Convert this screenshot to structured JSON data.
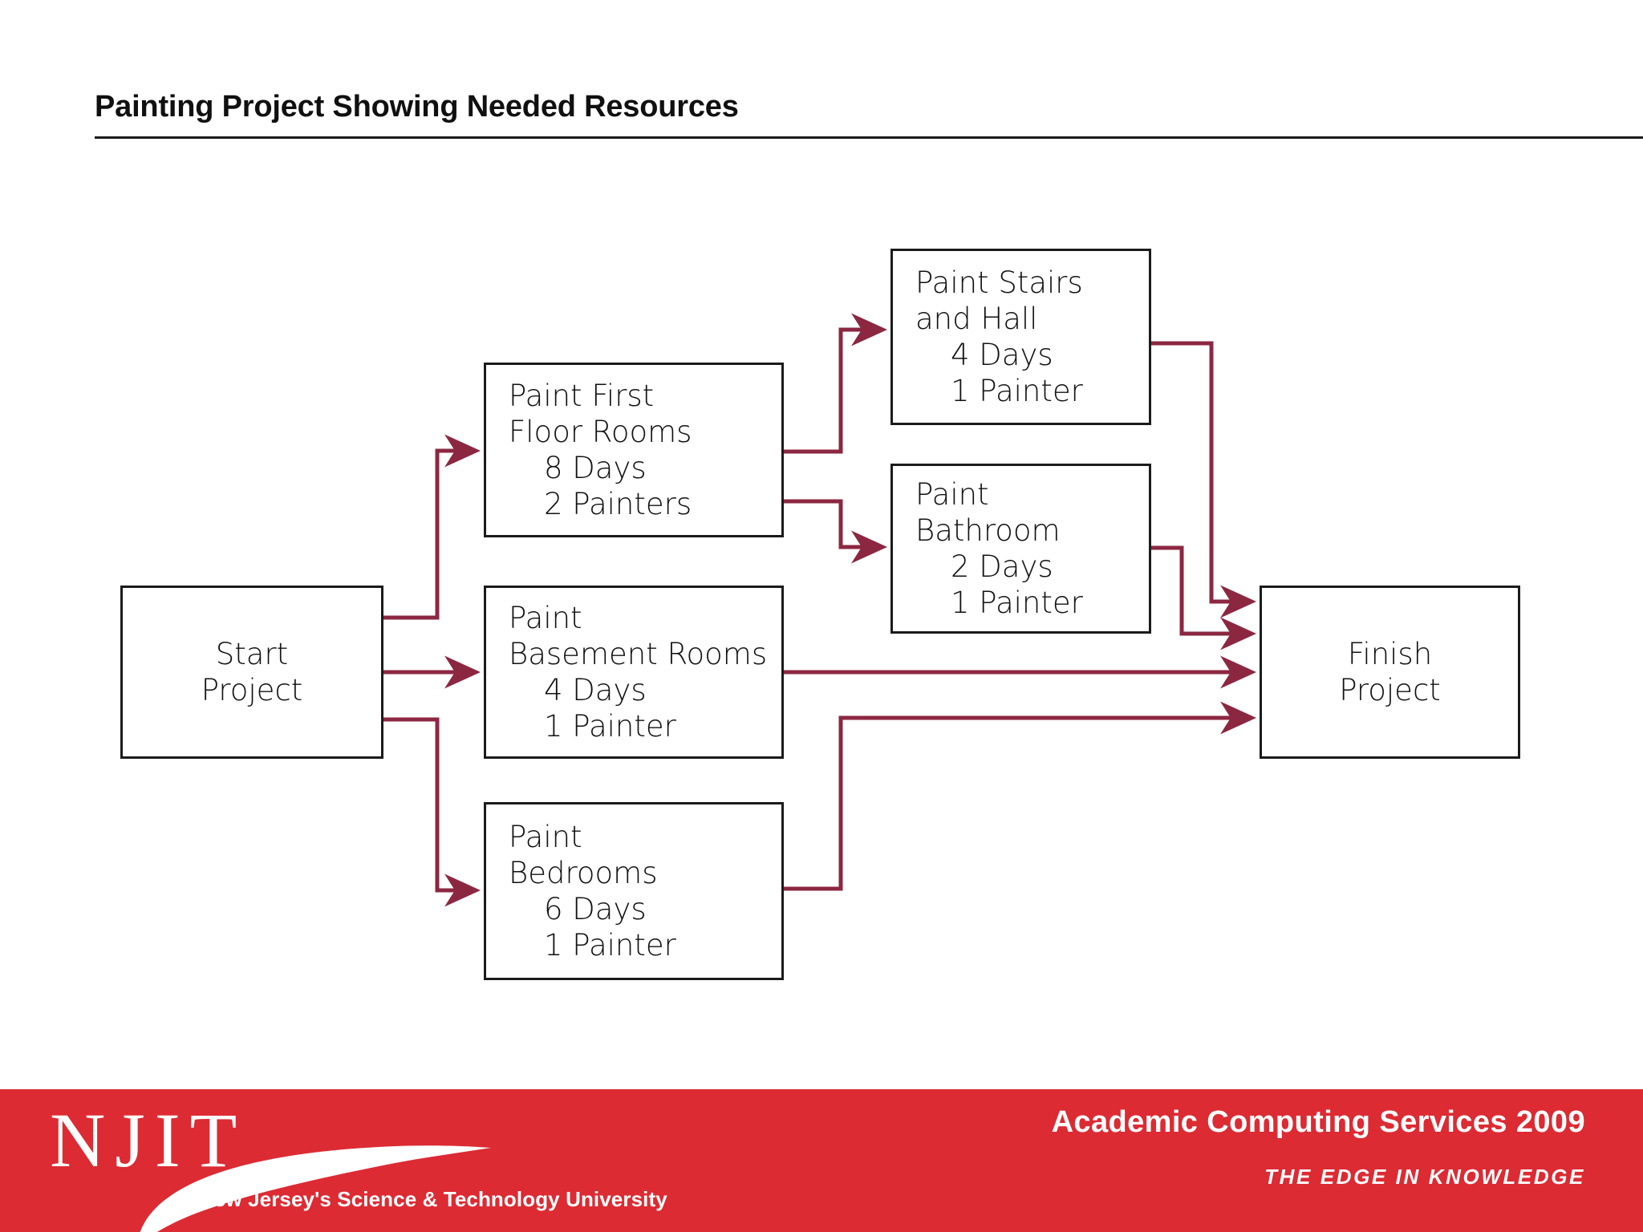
{
  "slide": {
    "title": "Painting Project Showing Needed Resources"
  },
  "diagram": {
    "type": "network-diagram",
    "accent_color": "#8C2742",
    "node_border_color": "#1b1b1b",
    "nodes": [
      {
        "id": "start",
        "name": "start-project",
        "align": "center",
        "lines": [
          "Start",
          "Project"
        ],
        "task": "Start Project",
        "days": null,
        "painters": null
      },
      {
        "id": "first-floor",
        "name": "paint-first-floor-rooms",
        "align": "left",
        "lines": [
          "Paint First",
          "Floor Rooms",
          "8 Days",
          "2 Painters"
        ],
        "task": "Paint First Floor Rooms",
        "days": 8,
        "painters": 2
      },
      {
        "id": "basement",
        "name": "paint-basement-rooms",
        "align": "left",
        "lines": [
          "Paint",
          "Basement Rooms",
          "4 Days",
          "1 Painter"
        ],
        "task": "Paint Basement Rooms",
        "days": 4,
        "painters": 1
      },
      {
        "id": "bedrooms",
        "name": "paint-bedrooms",
        "align": "left",
        "lines": [
          "Paint",
          "Bedrooms",
          "6 Days",
          "1 Painter"
        ],
        "task": "Paint Bedrooms",
        "days": 6,
        "painters": 1
      },
      {
        "id": "stairs",
        "name": "paint-stairs-and-hall",
        "align": "left",
        "lines": [
          "Paint Stairs",
          "and Hall",
          "4 Days",
          "1 Painter"
        ],
        "task": "Paint Stairs and Hall",
        "days": 4,
        "painters": 1
      },
      {
        "id": "bathroom",
        "name": "paint-bathroom",
        "align": "left",
        "lines": [
          "Paint",
          "Bathroom",
          "2 Days",
          "1 Painter"
        ],
        "task": "Paint Bathroom",
        "days": 2,
        "painters": 1
      },
      {
        "id": "finish",
        "name": "finish-project",
        "align": "center",
        "lines": [
          "Finish",
          "Project"
        ],
        "task": "Finish Project",
        "days": null,
        "painters": null
      }
    ],
    "edges": [
      {
        "from": "start",
        "to": "first-floor"
      },
      {
        "from": "start",
        "to": "basement"
      },
      {
        "from": "start",
        "to": "bedrooms"
      },
      {
        "from": "first-floor",
        "to": "stairs"
      },
      {
        "from": "first-floor",
        "to": "bathroom"
      },
      {
        "from": "stairs",
        "to": "finish"
      },
      {
        "from": "bathroom",
        "to": "finish"
      },
      {
        "from": "basement",
        "to": "finish"
      },
      {
        "from": "bedrooms",
        "to": "finish"
      }
    ]
  },
  "footer": {
    "background_color": "#DC2B33",
    "logo_wordmark": "NJIT",
    "logo_tagline": "New Jersey's Science & Technology University",
    "right_title": "Academic Computing Services 2009",
    "right_subtitle": "THE EDGE IN KNOWLEDGE"
  }
}
